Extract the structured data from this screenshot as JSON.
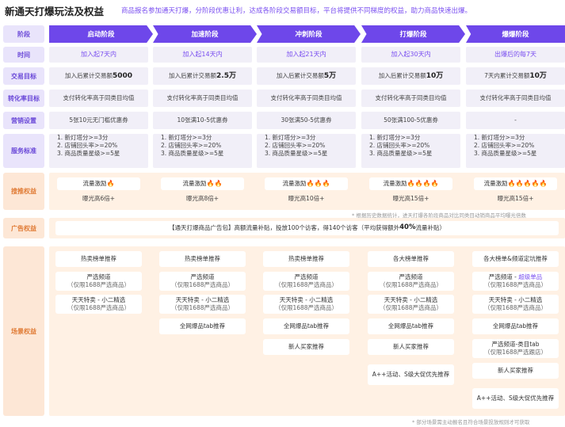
{
  "header": {
    "title": "新通天打爆玩法及权益",
    "subtitle": "商品报名参加通天打爆，分阶段优惠让利，达成各阶段交易额目标，平台将提供不同梯度的权益，助力商品快速出爆。"
  },
  "row_labels": {
    "stage": "阶段",
    "time": "时间",
    "target": "交易目标",
    "conversion": "转化率目标",
    "marketing": "营销设置",
    "service": "服务标准",
    "traffic": "搜推权益",
    "ads": "广告权益",
    "scene": "场景权益"
  },
  "stages": [
    "启动阶段",
    "加速阶段",
    "冲刺阶段",
    "打爆阶段",
    "爆爆阶段"
  ],
  "times": [
    "加入起7天内",
    "加入起14天内",
    "加入起21天内",
    "加入起30天内",
    "出爆后的每7天"
  ],
  "targets": [
    {
      "text": "加入后累计交易额",
      "value": "5000"
    },
    {
      "text": "加入后累计交易额",
      "value": "2.5万"
    },
    {
      "text": "加入后累计交易额",
      "value": "5万"
    },
    {
      "text": "加入后累计交易额",
      "value": "10万"
    },
    {
      "text": "7天内累计交易额",
      "value": "10万"
    }
  ],
  "conversion": [
    "支付转化率高于同类目均值",
    "支付转化率高于同类目均值",
    "支付转化率高于同类目均值",
    "支付转化率高于同类目均值",
    "支付转化率高于同类目均值"
  ],
  "marketing": [
    "5张10元无门槛优惠券",
    "10张满10-5优惠券",
    "30张满50-5优惠券",
    "50张满100-5优惠券",
    "-"
  ],
  "service": {
    "line1": "1. 新灯塔分>=3分",
    "line2": "2. 店铺回头率>=20%",
    "line3": "3. 商品质量星级>=5星"
  },
  "traffic_rights": [
    {
      "label": "流量激励",
      "flames": "🔥",
      "exposure": "曝光高6倍+"
    },
    {
      "label": "流量激励",
      "flames": "🔥🔥",
      "exposure": "曝光高8倍+"
    },
    {
      "label": "流量激励",
      "flames": "🔥🔥🔥",
      "exposure": "曝光高10倍+"
    },
    {
      "label": "流量激励",
      "flames": "🔥🔥🔥🔥",
      "exposure": "曝光高15倍+"
    },
    {
      "label": "流量激励",
      "flames": "🔥🔥🔥🔥🔥",
      "exposure": "曝光高15倍+"
    }
  ],
  "traffic_note": "* 根据历史数据统计，进天打爆各阶段商品对比同类目动销商品平均曝光倍数",
  "ads": {
    "prefix": "【通天打爆商品广告包】高额流量补贴，投放100个访客，得140个访客（平均获得额外",
    "highlight": "40%",
    "suffix": "流量补贴）"
  },
  "scene": {
    "hot_rank": "热卖榜单推荐",
    "big_rank": "各大榜单推荐",
    "big_rank_fast": "各大榜单&频道定坑推荐",
    "yanxuan": "严选频道",
    "yanxuan_sub": "（仅限1688严选商品）",
    "yanxuan_super": "严选频道 - ",
    "super_tag": "超级单品",
    "tiantian": "天天特卖 - 小二精选",
    "tiantian_sub": "（仅限1688严选商品）",
    "whole_tab": "全网爆品tab推荐",
    "new_buyer": "新人买家推荐",
    "yanxuan_cat": "严选频道-类目tab",
    "yanxuan_cat_sub": "（仅限1688严选跟店）",
    "a_plus": "A++活动、S级大促优先推荐"
  },
  "scene_note": "* 部分场景需主动报名且符合场景投放规则才可获取",
  "colors": {
    "brand_purple": "#6e47ea",
    "label_bg": "#e9e4fb",
    "cell_bg": "#f1eff8",
    "orange_bg": "#fff1e4",
    "flame": "#ff7a2a"
  }
}
